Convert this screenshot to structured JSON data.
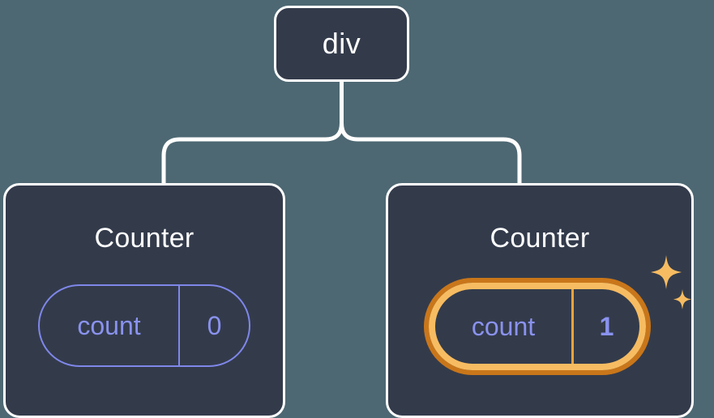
{
  "diagram": {
    "title": "React component tree with updated state",
    "type": "component-tree",
    "background_color": "#4d6873",
    "node_fill_color": "#333b4b",
    "node_border_color": "#ffffff",
    "connector_color": "#ffffff",
    "accent_purple": "#8a92ef",
    "highlight_orange_outer": "#c9761a",
    "highlight_orange_inner": "#f7bc61",
    "sparkle_color": "#f7bc61"
  },
  "root": {
    "label": "div"
  },
  "children": [
    {
      "title": "Counter",
      "state": {
        "key": "count",
        "value": "0"
      },
      "highlighted": false
    },
    {
      "title": "Counter",
      "state": {
        "key": "count",
        "value": "1"
      },
      "highlighted": true,
      "sparkle_icons": [
        "sparkle-large",
        "sparkle-small"
      ]
    }
  ]
}
